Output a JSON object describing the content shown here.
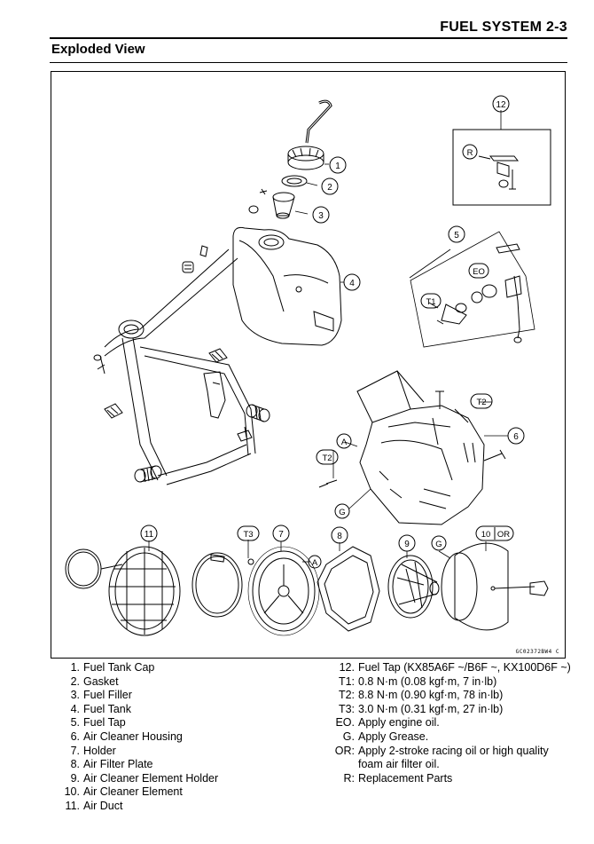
{
  "header": {
    "chapter_title": "FUEL SYSTEM 2-3"
  },
  "section": {
    "title": "Exploded View"
  },
  "figure": {
    "code": "GC02372BW4 C",
    "callouts": [
      "1",
      "2",
      "3",
      "4",
      "5",
      "6",
      "7",
      "8",
      "9",
      "11",
      "12"
    ],
    "letter_callouts": [
      "R",
      "EO",
      "T1",
      "T2",
      "T2",
      "A",
      "G",
      "T3",
      "A",
      "G",
      "10",
      "OR"
    ]
  },
  "legend_left": [
    {
      "key": "1.",
      "text": "Fuel Tank Cap"
    },
    {
      "key": "2.",
      "text": "Gasket"
    },
    {
      "key": "3.",
      "text": "Fuel Filler"
    },
    {
      "key": "4.",
      "text": "Fuel Tank"
    },
    {
      "key": "5.",
      "text": "Fuel Tap"
    },
    {
      "key": "6.",
      "text": "Air Cleaner Housing"
    },
    {
      "key": "7.",
      "text": "Holder"
    },
    {
      "key": "8.",
      "text": "Air Filter Plate"
    },
    {
      "key": "9.",
      "text": "Air Cleaner Element Holder"
    },
    {
      "key": "10.",
      "text": "Air Cleaner Element"
    },
    {
      "key": "11.",
      "text": "Air Duct"
    }
  ],
  "legend_right": [
    {
      "key": "12.",
      "text": "Fuel Tap (KX85A6F ~/B6F ~, KX100D6F ~)"
    },
    {
      "key": "T1:",
      "text": "0.8 N·m (0.08 kgf·m, 7 in·lb)"
    },
    {
      "key": "T2:",
      "text": "8.8 N·m (0.90 kgf·m, 78 in·lb)"
    },
    {
      "key": "T3:",
      "text": "3.0 N·m (0.31 kgf·m, 27 in·lb)"
    },
    {
      "key": "EO.",
      "text": "Apply engine oil."
    },
    {
      "key": "G.",
      "text": "Apply Grease."
    },
    {
      "key": "OR:",
      "text": "Apply 2-stroke racing oil or high quality foam air filter oil."
    },
    {
      "key": "R:",
      "text": "Replacement Parts"
    }
  ]
}
